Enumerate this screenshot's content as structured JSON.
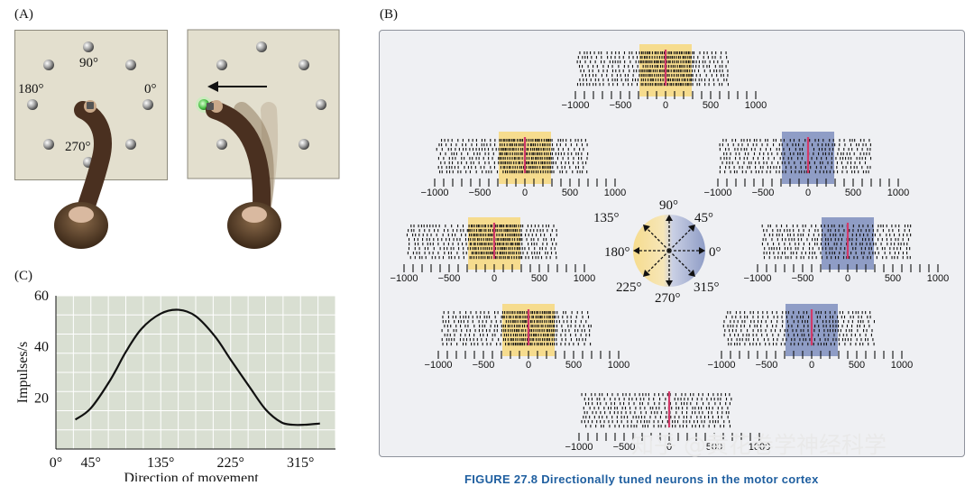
{
  "panel_labels": {
    "a": "(A)",
    "b": "(B)",
    "c": "(C)"
  },
  "panelA": {
    "left_arena_labels": {
      "deg90": "90°",
      "deg180": "180°",
      "deg0": "0°",
      "deg270": "270°"
    }
  },
  "panelB": {
    "raster_tick_labels": [
      "−1000",
      "−500",
      "0",
      "500",
      "1000"
    ],
    "direction_labels": {
      "d90": "90°",
      "d45": "45°",
      "d135": "135°",
      "d180": "180°",
      "d0": "0°",
      "d225": "225°",
      "d270": "270°",
      "d315": "315°"
    },
    "highlight_colors": {
      "preferred": "#f6dc8e",
      "non_preferred": "#8f9dc6",
      "movement_onset": "#d23a6a"
    }
  },
  "chart_data": {
    "type": "line",
    "title": "",
    "xlabel": "Direction of movement",
    "ylabel": "Impulses/s",
    "x_ticks": [
      "0°",
      "45°",
      "135°",
      "225°",
      "315°"
    ],
    "y_ticks": [
      "20",
      "40",
      "60"
    ],
    "xlim": [
      0,
      360
    ],
    "ylim": [
      0,
      60
    ],
    "grid": true,
    "series": [
      {
        "x": [
          25,
          45,
          70,
          90,
          110,
          135,
          158,
          180,
          205,
          225,
          250,
          270,
          290,
          305,
          320,
          340
        ],
        "y": [
          11.5,
          16,
          27,
          38,
          47,
          53,
          54.5,
          52,
          44,
          35,
          24,
          15.5,
          10.5,
          9.5,
          9.5,
          10
        ]
      }
    ]
  },
  "watermark": "知乎 @黄花卷学神经科学",
  "caption_fragment": "FIGURE 27.8   Directionally tuned neurons in the motor cortex"
}
